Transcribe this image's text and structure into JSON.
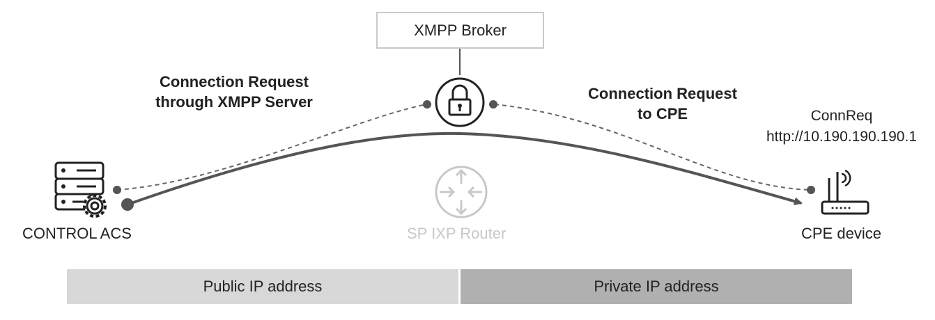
{
  "broker": {
    "label": "XMPP Broker"
  },
  "left_connection": {
    "line1": "Connection Request",
    "line2": "through XMPP Server"
  },
  "right_connection": {
    "line1": "Connection Request",
    "line2": "to CPE"
  },
  "acs": {
    "label": "CONTROL ACS",
    "icon": "server-gear-icon"
  },
  "router": {
    "label": "SP IXP Router",
    "icon": "router-icon"
  },
  "cpe": {
    "label": "CPE device",
    "icon": "wifi-router-icon",
    "connreq_title": "ConnReq",
    "connreq_url": "http://10.190.190.190.1"
  },
  "lock": {
    "icon": "lock-icon"
  },
  "zones": {
    "public": "Public IP address",
    "private": "Private IP address"
  },
  "colors": {
    "line": "#555555",
    "dashed": "#666666",
    "router_faded": "#c8c8c8",
    "public_bar": "#d8d8d8",
    "private_bar": "#b0b0b0"
  }
}
